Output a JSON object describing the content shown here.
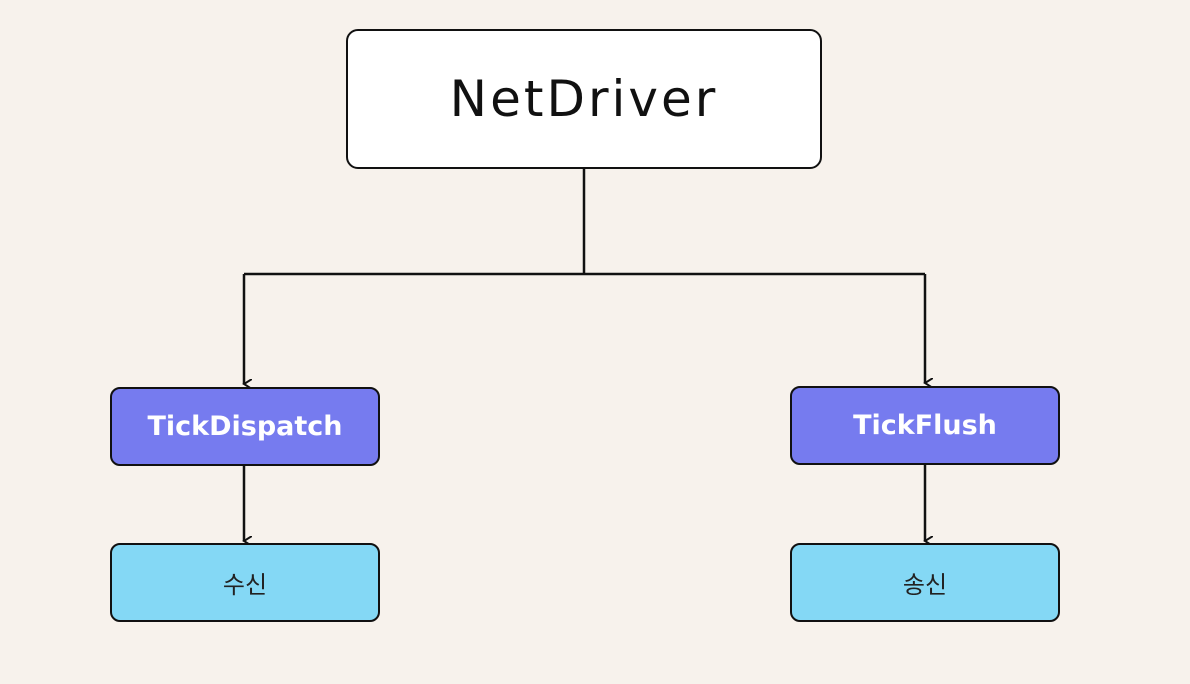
{
  "diagram": {
    "root": {
      "label": "NetDriver"
    },
    "left": {
      "function_label": "TickDispatch",
      "result_label": "수신"
    },
    "right": {
      "function_label": "TickFlush",
      "result_label": "송신"
    }
  },
  "colors": {
    "background": "#f7f2ec",
    "root_fill": "#ffffff",
    "function_fill": "#767bef",
    "result_fill": "#84d8f5",
    "stroke": "#111111"
  }
}
